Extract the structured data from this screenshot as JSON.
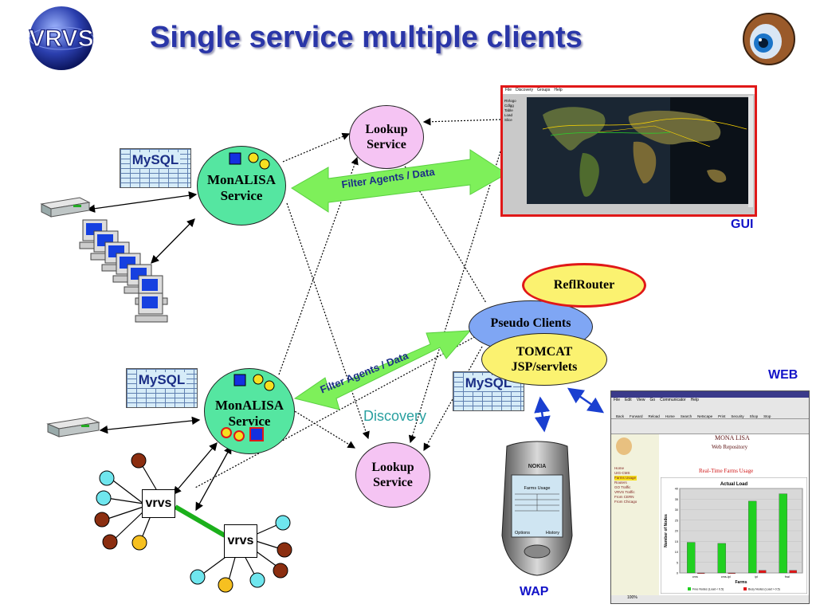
{
  "title": "Single service multiple clients",
  "logo_text": "VRVS",
  "lookup_top": {
    "line1": "Lookup",
    "line2": "Service"
  },
  "lookup_bottom": {
    "line1": "Lookup",
    "line2": "Service"
  },
  "monalisa_top": {
    "line1": "MonALISA",
    "line2": "Service"
  },
  "monalisa_bottom": {
    "line1": "MonALISA",
    "line2": "Service"
  },
  "mysql_label": "MySQL",
  "filter_label_top": "Filter Agents / Data",
  "filter_label_bottom": "Filter Agents / Data",
  "discovery": "Discovery",
  "reflrouter": "ReflRouter",
  "pseudo_clients": "Pseudo Clients",
  "tomcat": {
    "line1": "TOMCAT",
    "line2": "JSP/servlets"
  },
  "gui_label": "GUI",
  "web_label": "WEB",
  "wap_label": "WAP",
  "vrvs_node": "vrvs",
  "gui_window": {
    "menu": [
      "File",
      "Discovery",
      "Groups",
      "Help"
    ],
    "sidebar": [
      "RVlogo",
      "Cdlgg",
      "Table",
      "Load",
      "Slice"
    ]
  },
  "web_window": {
    "title": "MONA LISA",
    "subtitle": "Web Repository",
    "chart_title": "Real-Time Farms Usage",
    "chart_subtitle": "Actual Load",
    "x_label": "Farms",
    "y_label": "Number of Nodes",
    "menu": [
      "File",
      "Edit",
      "View",
      "Go",
      "Communicator",
      "Help"
    ],
    "toolbar": [
      "Back",
      "Forward",
      "Reload",
      "Home",
      "Search",
      "Netscape",
      "Print",
      "Security",
      "Shop",
      "Stop"
    ],
    "tree": [
      "Home",
      "UIG-CMS",
      "Farms Usage",
      "Routers",
      "GO Traffic",
      "VRVS Traffic",
      "From CERN",
      "From Chicago"
    ],
    "status": "100%"
  },
  "phone": {
    "brand": "NOKIA",
    "screen_title": "Farms Usage",
    "soft_left": "Options",
    "soft_right": "History"
  },
  "chart_data": {
    "type": "bar",
    "title": "Actual Load",
    "xlabel": "Farms",
    "ylabel": "Number of Nodes",
    "categories": [
      "cms",
      "cms-ipl",
      "ipl",
      "fnal"
    ],
    "series": [
      {
        "name": "Free Nodes (Load < 0.5)",
        "values": [
          14.5,
          14.0,
          34.0,
          37.5
        ]
      },
      {
        "name": "Busy Nodes (Load > 0.5)",
        "values": [
          0,
          0,
          1.2,
          1.2
        ]
      }
    ],
    "ylim": [
      0,
      40
    ],
    "colors": [
      "#20d020",
      "#e01818"
    ]
  }
}
